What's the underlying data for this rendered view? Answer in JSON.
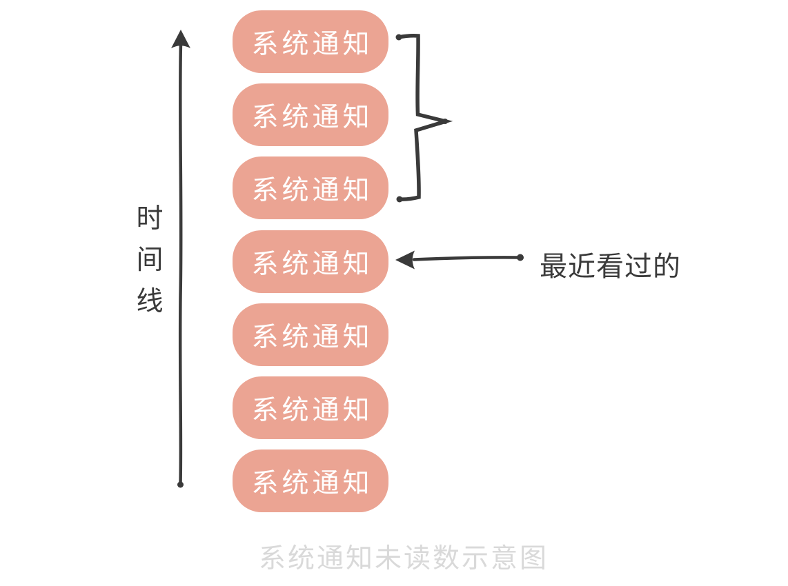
{
  "colors": {
    "ink": "#3A3A3A",
    "box_fill": "#EBA493",
    "box_text": "#FFFFFF",
    "caption": "#D9D9D9",
    "bg": "#FFFFFF"
  },
  "timeline": {
    "label": "时间线"
  },
  "notifications": {
    "items": [
      {
        "label": "系统通知"
      },
      {
        "label": "系统通知"
      },
      {
        "label": "系统通知"
      },
      {
        "label": "系统通知"
      },
      {
        "label": "系统通知"
      },
      {
        "label": "系统通知"
      },
      {
        "label": "系统通知"
      }
    ]
  },
  "annotations": {
    "recent_label": "最近看过的"
  },
  "caption": {
    "text": "系统通知未读数示意图"
  },
  "icons": {
    "timeline_arrow": "arrow-up-icon",
    "recent_pointer": "arrow-left-icon",
    "notification_group": "brace-bracket-icon"
  }
}
